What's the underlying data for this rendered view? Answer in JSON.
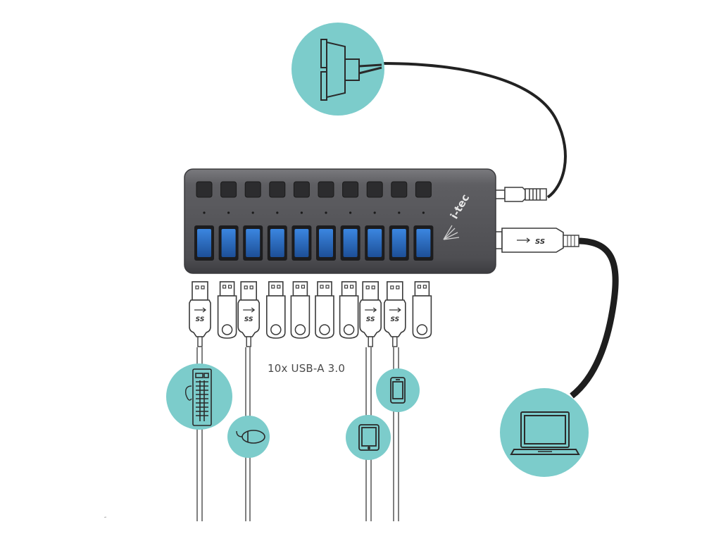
{
  "brand": {
    "logo_text": "i-tec"
  },
  "hub": {
    "port_count": 10,
    "caption": "10x USB-A 3.0",
    "body_color": "#5b5b5f",
    "port_color": "#2f72c8",
    "button_color": "#2c2c2e"
  },
  "accent_color": "#7ccccb",
  "connectors": {
    "usb_symbol": "SS",
    "upstream_symbol": "SS"
  },
  "devices": [
    {
      "name": "power-adapter",
      "icon": "power-plug-icon"
    },
    {
      "name": "keyboard",
      "icon": "keyboard-icon"
    },
    {
      "name": "mouse",
      "icon": "mouse-icon"
    },
    {
      "name": "tablet",
      "icon": "tablet-icon"
    },
    {
      "name": "smartphone",
      "icon": "smartphone-icon"
    },
    {
      "name": "laptop",
      "icon": "laptop-icon"
    }
  ]
}
